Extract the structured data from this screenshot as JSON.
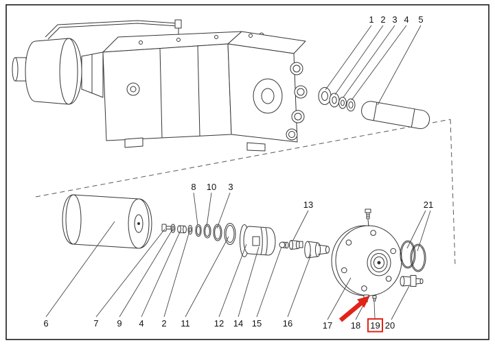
{
  "figure": {
    "kind": "exploded_parts_diagram",
    "background": "#ffffff",
    "line_color": "#333333",
    "highlight_color": "#e02418",
    "callouts": [
      {
        "label": "1"
      },
      {
        "label": "2"
      },
      {
        "label": "3"
      },
      {
        "label": "4"
      },
      {
        "label": "5"
      },
      {
        "label": "8"
      },
      {
        "label": "10"
      },
      {
        "label": "3"
      },
      {
        "label": "13"
      },
      {
        "label": "21"
      },
      {
        "label": "6"
      },
      {
        "label": "7"
      },
      {
        "label": "9"
      },
      {
        "label": "4"
      },
      {
        "label": "2"
      },
      {
        "label": "11"
      },
      {
        "label": "12"
      },
      {
        "label": "14"
      },
      {
        "label": "15"
      },
      {
        "label": "16"
      },
      {
        "label": "17"
      },
      {
        "label": "18"
      },
      {
        "label": "19",
        "highlighted": true
      },
      {
        "label": "20"
      }
    ],
    "annotations": {
      "boxed_callout": "19",
      "arrow_color": "#e02418",
      "box_color": "#e02418"
    }
  }
}
